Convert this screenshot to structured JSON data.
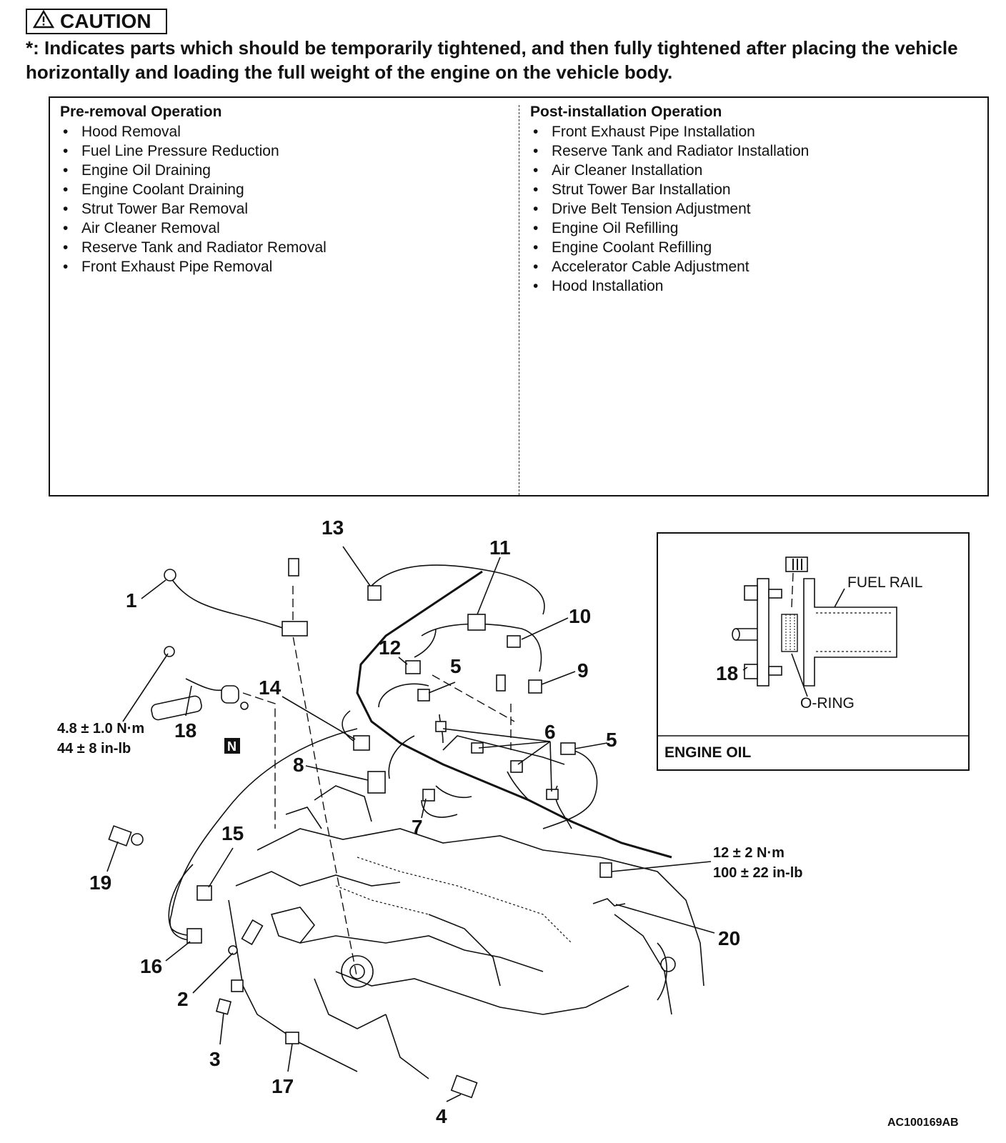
{
  "caution": {
    "label": "CAUTION",
    "text": "*: Indicates parts which should be temporarily tightened, and then fully tightened after placing the vehicle horizontally and loading the full weight of the engine on the vehicle body."
  },
  "operations": {
    "pre_removal": {
      "title": "Pre-removal Operation",
      "items": [
        "Hood Removal",
        "Fuel Line Pressure Reduction",
        "Engine Oil Draining",
        "Engine Coolant Draining",
        "Strut Tower Bar Removal",
        "Air Cleaner Removal",
        "Reserve Tank and Radiator Removal",
        "Front Exhaust Pipe Removal"
      ]
    },
    "post_installation": {
      "title": "Post-installation Operation",
      "items": [
        "Front Exhaust Pipe Installation",
        "Reserve Tank and Radiator Installation",
        "Air Cleaner Installation",
        "Strut Tower Bar Installation",
        "Drive Belt Tension Adjustment",
        "Engine Oil Refilling",
        "Engine Coolant Refilling",
        "Accelerator Cable Adjustment",
        "Hood Installation"
      ]
    }
  },
  "diagram": {
    "callouts": [
      "1",
      "2",
      "3",
      "4",
      "5",
      "5",
      "6",
      "7",
      "8",
      "9",
      "10",
      "11",
      "12",
      "13",
      "14",
      "15",
      "16",
      "17",
      "18",
      "19",
      "20"
    ],
    "torque_specs": {
      "spec_18_nm": "4.8 ± 1.0 N·m",
      "spec_18_inlb": "44 ± 8 in-lb",
      "spec_20_nm": "12 ± 2 N·m",
      "spec_20_inlb": "100 ± 22 in-lb"
    },
    "n_badge": "N",
    "inset": {
      "fuel_rail": "FUEL RAIL",
      "o_ring": "O-RING",
      "part_18": "18",
      "title": "ENGINE OIL"
    },
    "figure_id": "AC100169AB"
  }
}
